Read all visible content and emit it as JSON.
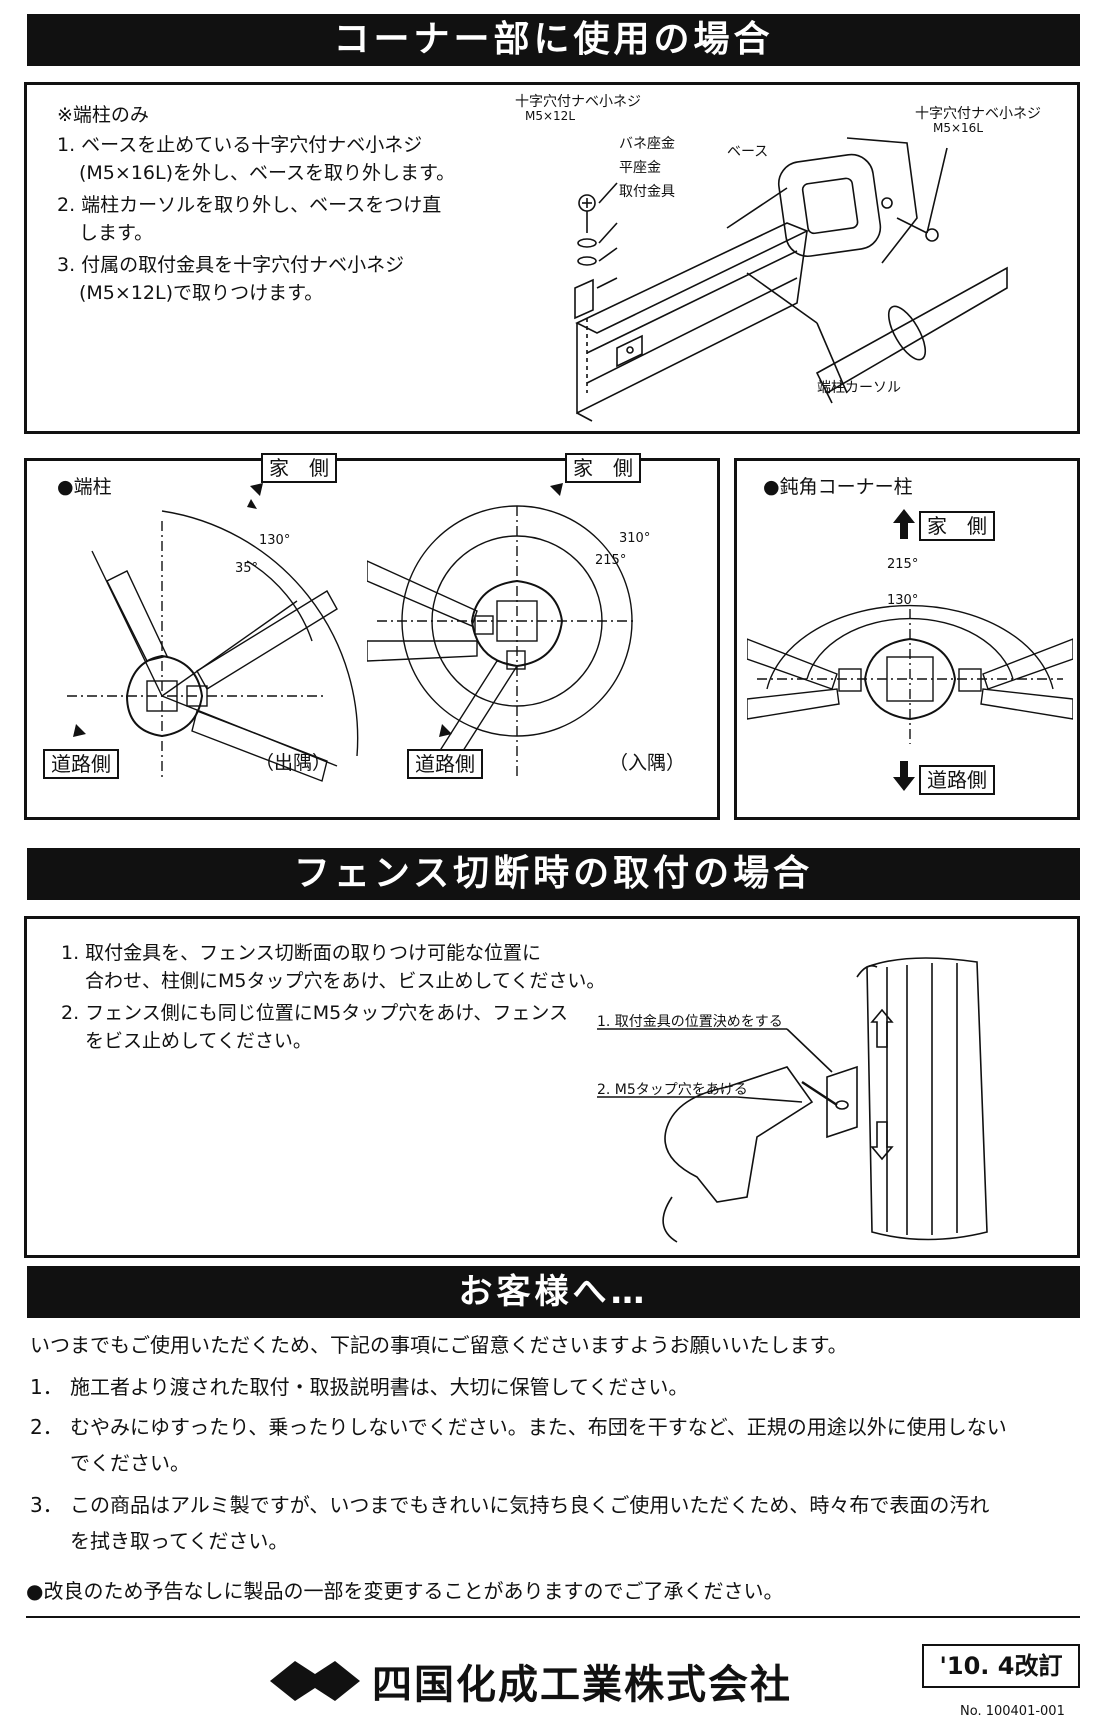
{
  "section1": {
    "title": "コーナー部に使用の場合",
    "note": "※端柱のみ",
    "steps": [
      {
        "line1": "1. ベースを止めている十字穴付ナベ小ネジ",
        "line2": "(M5×16L)を外し、ベースを取り外します。"
      },
      {
        "line1": "2. 端柱カーソルを取り外し、ベースをつけ直",
        "line2": "します。"
      },
      {
        "line1": "3. 付属の取付金具を十字穴付ナベ小ネジ",
        "line2": "(M5×12L)で取りつけます。"
      }
    ],
    "figure": {
      "screw_small": "十字穴付ナベ小ネジ",
      "screw_small_size": "M5×12L",
      "spring_washer": "バネ座金",
      "flat_washer": "平座金",
      "bracket": "取付金具",
      "base": "ベース",
      "screw_large": "十字穴付ナベ小ネジ",
      "screw_large_size": "M5×16L",
      "cursor": "端柱カーソル"
    }
  },
  "end_post": {
    "title": "●端柱",
    "house_side": "家　側",
    "road_side": "道路側",
    "outer_label": "（出隅）",
    "inner_label": "（入隅）",
    "outer_angles": {
      "a1": "130°",
      "a2": "35°"
    },
    "inner_angles": {
      "a1": "310°",
      "a2": "215°"
    }
  },
  "obtuse_post": {
    "title": "●鈍角コーナー柱",
    "house_side": "家　側",
    "road_side": "道路側",
    "angles": {
      "a1": "215°",
      "a2": "130°"
    }
  },
  "section2": {
    "title": "フェンス切断時の取付の場合",
    "steps": [
      {
        "line1": "1. 取付金具を、フェンス切断面の取りつけ可能な位置に",
        "line2": "合わせ、柱側にM5タップ穴をあけ、ビス止めしてください。"
      },
      {
        "line1": "2. フェンス側にも同じ位置にM5タップ穴をあけ、フェンス",
        "line2": "をビス止めしてください。"
      }
    ],
    "figure": {
      "step1": "1. 取付金具の位置決めをする",
      "step2": "2. M5タップ穴をあける"
    }
  },
  "section3": {
    "title": "お客様へ…",
    "intro": "いつまでもご使用いただくため、下記の事項にご留意くださいますようお願いいたします。",
    "items": [
      {
        "num": "1．",
        "line1": "施工者より渡された取付・取扱説明書は、大切に保管してください。",
        "line2": ""
      },
      {
        "num": "2．",
        "line1": "むやみにゆすったり、乗ったりしないでください。また、布団を干すなど、正規の用途以外に使用しない",
        "line2": "でください。"
      },
      {
        "num": "3．",
        "line1": "この商品はアルミ製ですが、いつまでもきれいに気持ち良くご使用いただくため、時々布で表面の汚れ",
        "line2": "を拭き取ってください。"
      }
    ],
    "disclaimer": "●改良のため予告なしに製品の一部を変更することがありますのでご了承ください。"
  },
  "footer": {
    "company": "四国化成工業株式会社",
    "revision": "'10. 4改訂",
    "doc_no": "No. 100401-001"
  }
}
